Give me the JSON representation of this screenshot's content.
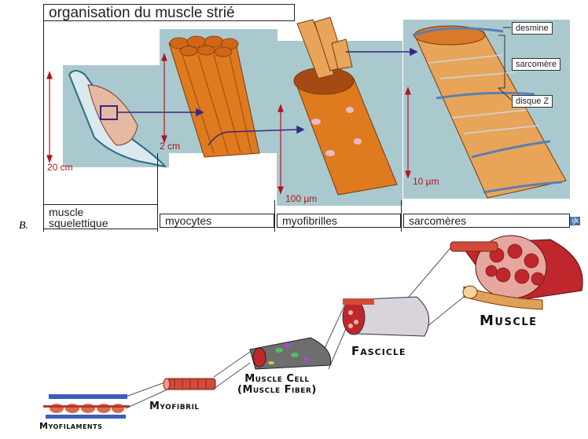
{
  "top_panel": {
    "title": "organisation du muscle strié",
    "labels": {
      "muscle_line1": "muscle",
      "muscle_line2": "squelettique",
      "myocytes": "myocytes",
      "myofibrilles": "myofibrilles",
      "sarcomeres": "sarcomères"
    },
    "dimensions": {
      "muscle": "20 cm",
      "myocyte": "2 cm",
      "myofibrille": "100 µm",
      "sarcomere": "10 µm"
    },
    "tags": {
      "desmine": "desmine",
      "sarcomere": "sarcomère",
      "disque_z": "disque Z"
    },
    "logo": "ijk"
  },
  "figure_label": "B.",
  "bottom_panel": {
    "muscle": "Muscle",
    "fascicle": "Fascicle",
    "muscle_cell": "Muscle Cell",
    "muscle_fiber": "(Muscle Fiber)",
    "myofibril": "Myofibril",
    "myofilaments": "Myofilaments"
  },
  "colors": {
    "panel_bg": "#a9c9cf",
    "fiber_orange": "#e07a1f",
    "dim_red": "#b0151b",
    "muscle_red": "#c0272d"
  }
}
